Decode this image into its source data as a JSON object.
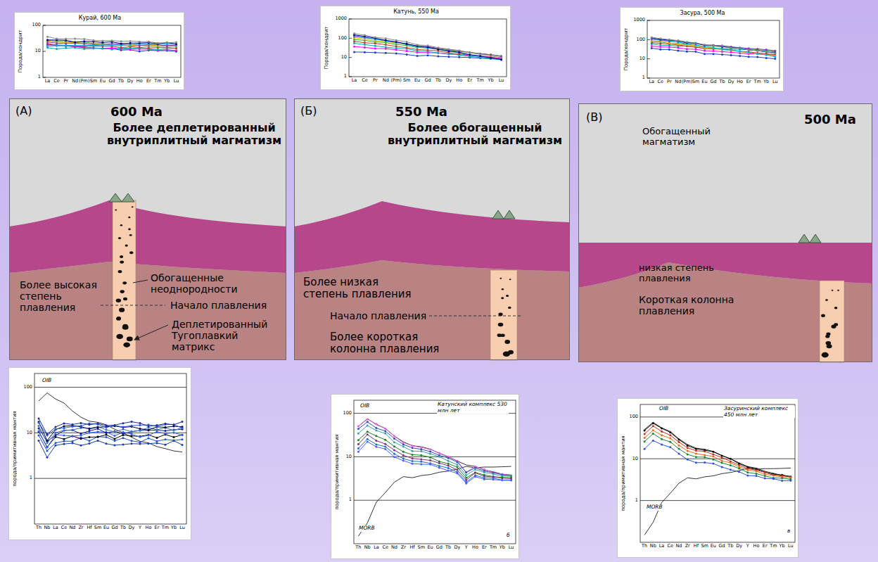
{
  "diagram": {
    "nodes": [
      {
        "text": [
          "Курай, 600 Ma",
          "Порода/хондрит",
          "100",
          "10",
          "1",
          "La",
          "Ce",
          "Pr",
          "Nd",
          "(Pm)",
          "Sm",
          "Eu",
          "Gd",
          "Tb",
          "Dy",
          "Ho",
          "Er",
          "Tm",
          "Yb",
          "Lu"
        ]
      },
      {
        "text": [
          "Катунь, 550 Ma",
          "Порода/хондрит",
          "1000",
          "100",
          "10",
          "1",
          "La",
          "Ce",
          "Pr",
          "Nd",
          "(Pm)",
          "Sm",
          "Eu",
          "Gd",
          "Tb",
          "Dy",
          "Ho",
          "Er",
          "Tm",
          "Yb",
          "Lu"
        ]
      },
      {
        "text": [
          "Засура, 500 Ma",
          "Порода/хондрит",
          "1000",
          "100",
          "10",
          "1",
          "La",
          "Ce",
          "Pr",
          "Nd",
          "(Pm)",
          "Sm",
          "Eu",
          "Gd",
          "Tb",
          "Dy",
          "Ho",
          "Er",
          "Tm",
          "Yb",
          "Lu"
        ]
      },
      {
        "text": [
          "(А)",
          "600 Ma",
          "Более деплетированный внутриплитный магматизм",
          "Более высокая степень плавления",
          "Обогащенные неоднородности",
          "Начало плавления",
          "Деплетированный Тугоплавкий матрикс"
        ]
      },
      {
        "text": [
          "(Б)",
          "550 Ma",
          "Более обогащенный внутриплитный магматизм",
          "Более низкая степень плавления",
          "Начало плавления",
          "Более короткая колонна плавления"
        ]
      },
      {
        "text": [
          "(В)",
          "500 Ma",
          "Обогащенный магматизм",
          "низкая степень плавления",
          "Короткая колонна плавления"
        ]
      },
      {
        "text": [
          "OIB",
          "порода/примитивная мантия",
          "100",
          "10",
          "1",
          "Th",
          "Nb",
          "La",
          "Ce",
          "Nd",
          "Zr",
          "Hf",
          "Sm",
          "Eu",
          "Gd",
          "Tb",
          "Dy",
          "Y",
          "Ho",
          "Er",
          "Tm",
          "Yb",
          "Lu"
        ]
      },
      {
        "text": [
          "OIB",
          "MORB",
          "Катунский комплекс 530 млн лет",
          "б",
          "порода/примитивная мантия",
          "100",
          "10",
          "1",
          "Th",
          "Nb",
          "La",
          "Ce",
          "Nd",
          "Zr",
          "Hf",
          "Sm",
          "Eu",
          "Gd",
          "Tb",
          "Dy",
          "Y",
          "Ho",
          "Er",
          "Tm",
          "Yb",
          "Lu"
        ]
      },
      {
        "text": [
          "OIB",
          "MORB",
          "Засуринский комплекс 450 млн лет",
          "в",
          "порода/примитивная мантия",
          "100",
          "10",
          "1",
          "Th",
          "Nb",
          "La",
          "Ce",
          "Nd",
          "Zr",
          "Hf",
          "Sm",
          "Eu",
          "Gd",
          "Tb",
          "Dy",
          "Y",
          "Ho",
          "Er",
          "Tm",
          "Yb",
          "Lu"
        ]
      }
    ]
  }
}
